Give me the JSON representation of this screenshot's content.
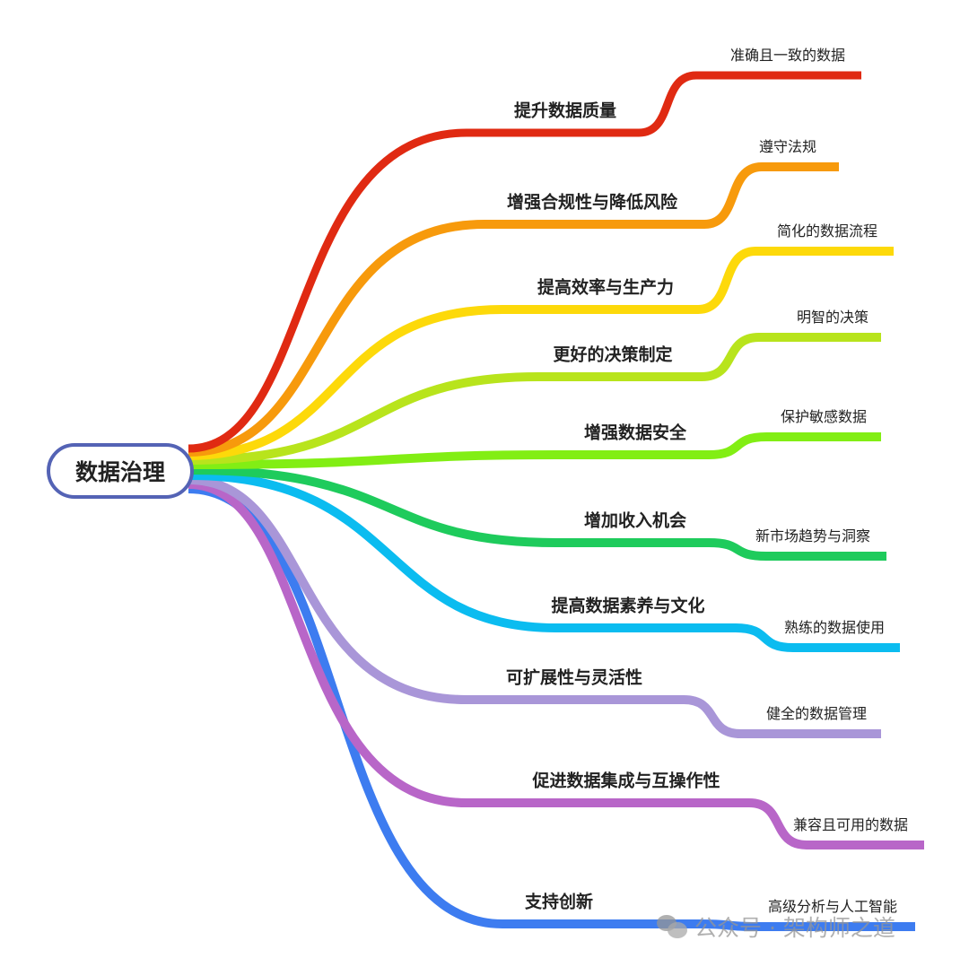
{
  "root": {
    "label": "数据治理",
    "border_color": "#5463b5"
  },
  "branches": [
    {
      "label": "提升数据质量",
      "leaf": "准确且一致的数据",
      "color": "#e02a12"
    },
    {
      "label": "增强合规性与降低风险",
      "leaf": "遵守法规",
      "color": "#f79a0c"
    },
    {
      "label": "提高效率与生产力",
      "leaf": "简化的数据流程",
      "color": "#fdd90a"
    },
    {
      "label": "更好的决策制定",
      "leaf": "明智的决策",
      "color": "#b8e41c"
    },
    {
      "label": "增强数据安全",
      "leaf": "保护敏感数据",
      "color": "#82ee14"
    },
    {
      "label": "增加收入机会",
      "leaf": "新市场趋势与洞察",
      "color": "#1ecb5c"
    },
    {
      "label": "提高数据素养与文化",
      "leaf": "熟练的数据使用",
      "color": "#0bbcf0"
    },
    {
      "label": "可扩展性与灵活性",
      "leaf": "健全的数据管理",
      "color": "#a996d8"
    },
    {
      "label": "促进数据集成与互操作性",
      "leaf": "兼容且可用的数据",
      "color": "#b866c8"
    },
    {
      "label": "支持创新",
      "leaf": "高级分析与人工智能",
      "color": "#3d7cf0"
    }
  ],
  "watermark": "公众号 · 架构师之道"
}
